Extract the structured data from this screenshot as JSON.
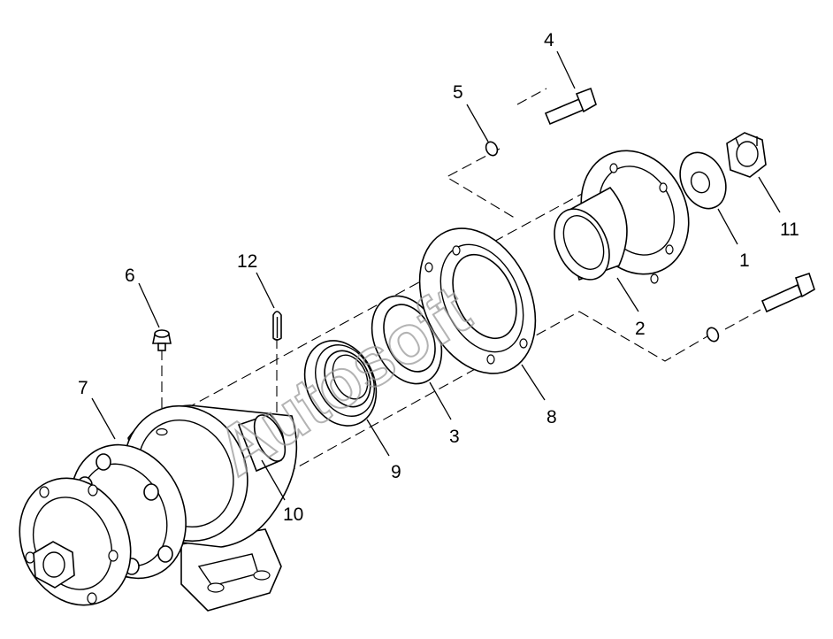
{
  "diagram": {
    "watermark": "Autosoft",
    "callouts": [
      {
        "id": "c1",
        "label": "1"
      },
      {
        "id": "c2",
        "label": "2"
      },
      {
        "id": "c3",
        "label": "3"
      },
      {
        "id": "c4",
        "label": "4"
      },
      {
        "id": "c5",
        "label": "5"
      },
      {
        "id": "c6",
        "label": "6"
      },
      {
        "id": "c7",
        "label": "7"
      },
      {
        "id": "c8",
        "label": "8"
      },
      {
        "id": "c9",
        "label": "9"
      },
      {
        "id": "c10",
        "label": "10"
      },
      {
        "id": "c11",
        "label": "11"
      },
      {
        "id": "c12",
        "label": "12"
      }
    ]
  }
}
